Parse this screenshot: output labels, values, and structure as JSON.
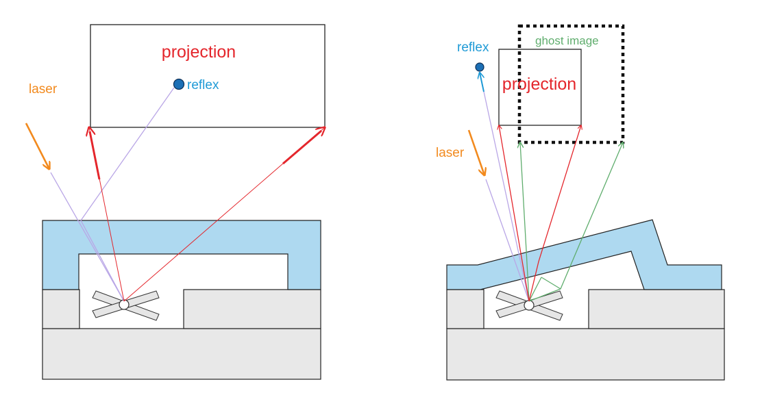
{
  "colors": {
    "laser": "#f28a1e",
    "projection": "#e4262c",
    "reflex": "#1e9ad6",
    "ghost": "#5fad6d",
    "laser_ray": "#b9a6e6",
    "cover": "#aed9f0",
    "base": "#e8e8e8",
    "outline": "#222222",
    "reflex_dot": "#1c6fb5"
  },
  "left_panel": {
    "labels": {
      "projection": "projection",
      "reflex": "reflex",
      "laser": "laser"
    }
  },
  "right_panel": {
    "labels": {
      "reflex": "reflex",
      "ghost_image": "ghost image",
      "projection": "projection",
      "laser": "laser"
    }
  }
}
